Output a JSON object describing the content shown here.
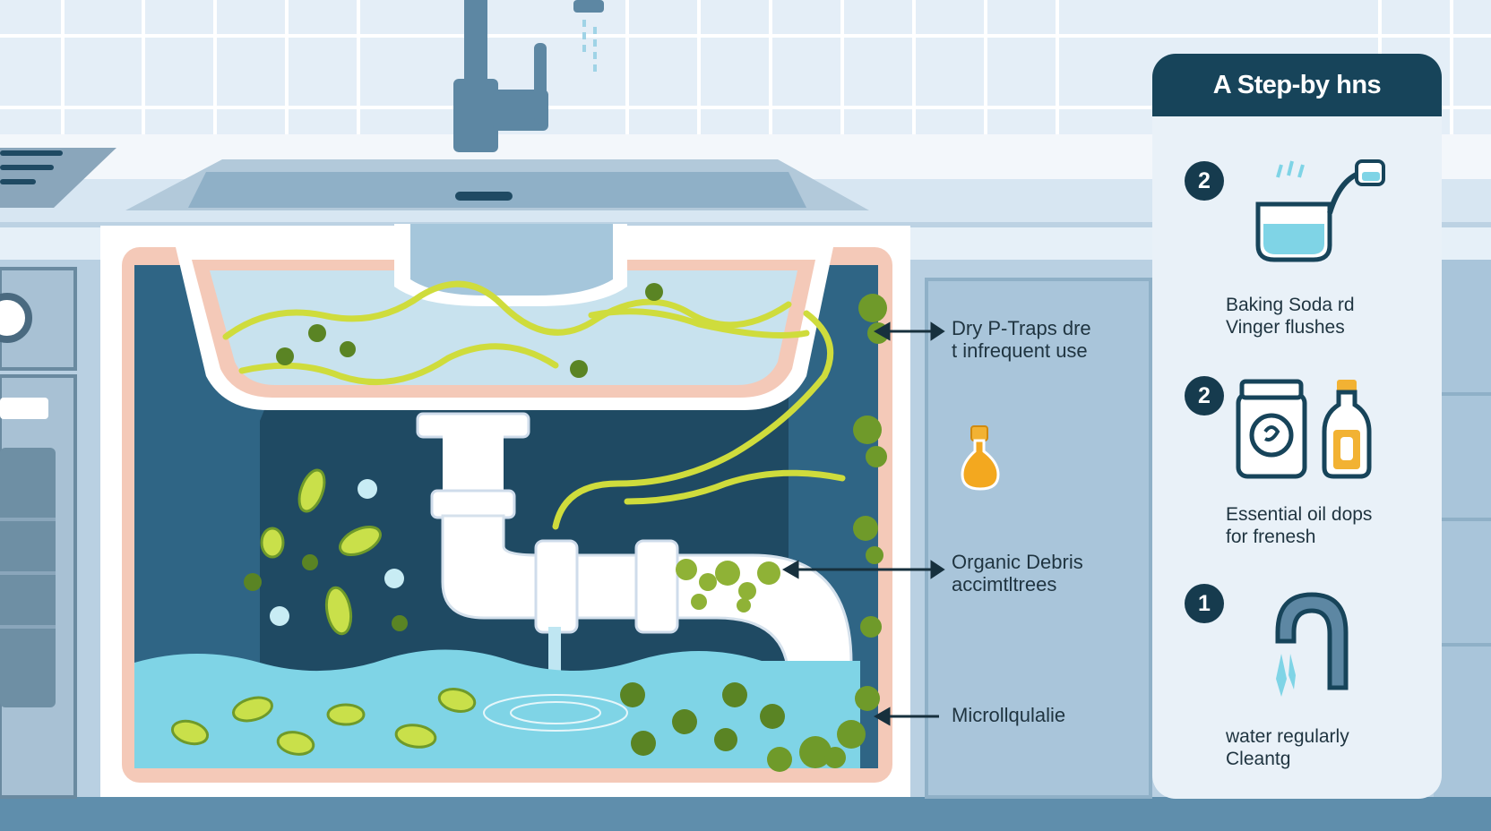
{
  "callouts": [
    {
      "lines": [
        "Dry P-Traps dre",
        "t infrequent use"
      ]
    },
    {
      "lines": [
        "Organic Debris",
        "accimtltrees"
      ]
    },
    {
      "lines": [
        "Microllqulalie"
      ]
    }
  ],
  "panel": {
    "title": "A Step-by hns",
    "steps": [
      {
        "number": "2",
        "lines": [
          "Baking Soda rd",
          "Vinger flushes"
        ],
        "icon": "kettle-icon"
      },
      {
        "number": "2",
        "lines": [
          "Essential oil dops",
          "for frenesh"
        ],
        "icon": "jar-and-bottle-icon"
      },
      {
        "number": "1",
        "lines": [
          "water regularly",
          "Cleantg"
        ],
        "icon": "faucet-icon"
      }
    ]
  },
  "colors": {
    "header": "#17445a",
    "biofilm": "#6f9a2a",
    "slime": "#cfdc3c",
    "water": "#7fd4e6",
    "cabinet_dark": "#1f4a63",
    "pink_border": "#f4c9b8"
  }
}
